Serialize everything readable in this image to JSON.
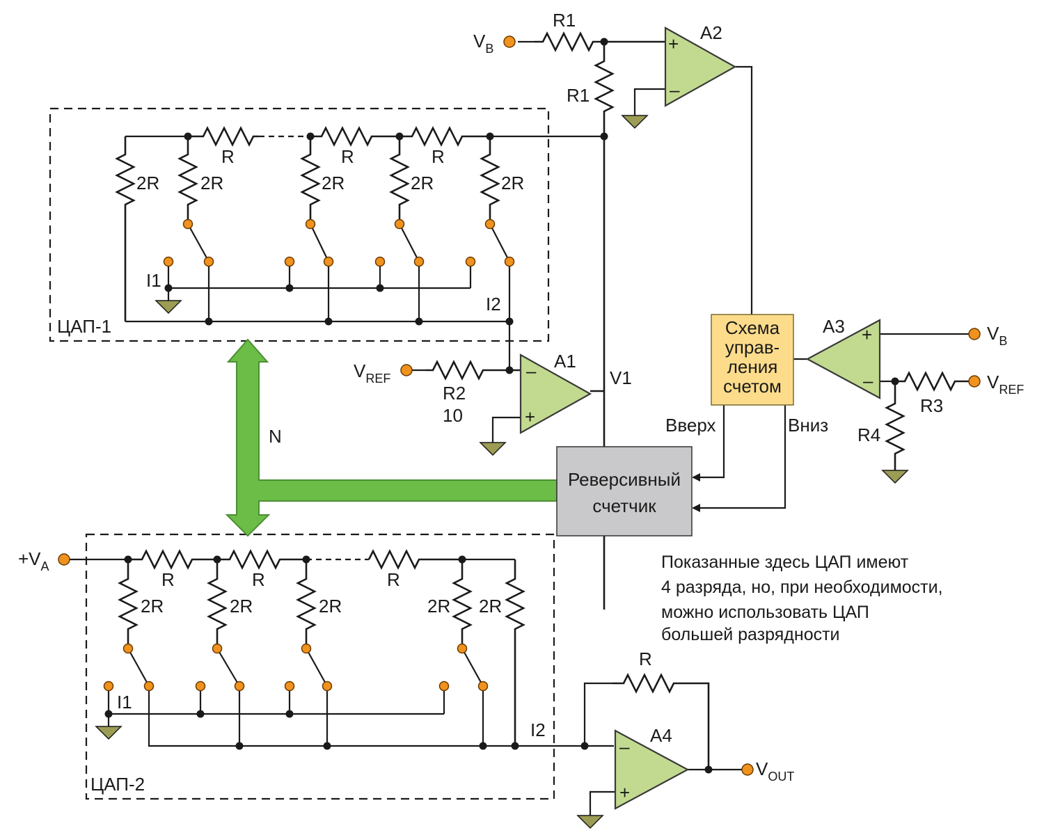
{
  "colors": {
    "wire": "#1a1a1a",
    "amp_fill": "#c2da8f",
    "pin_fill": "#f0921e",
    "ground_fill": "#9c9c55",
    "bus_fill": "#6cbd48",
    "bus_stroke": "#4a8f32",
    "control_box_fill": "#fcdc8b",
    "counter_box_fill": "#c9c9cb"
  },
  "amplifiers": {
    "a1": {
      "name": "A1",
      "output": "V1"
    },
    "a2": {
      "name": "A2"
    },
    "a3": {
      "name": "A3"
    },
    "a4": {
      "name": "A4"
    },
    "plus": "+",
    "minus": "–"
  },
  "resistors": {
    "r1": "R1",
    "r2": "R2",
    "r2_value": "10",
    "r3": "R3",
    "r4": "R4",
    "r": "R",
    "two_r": "2R"
  },
  "terminals": {
    "vb_main": "V",
    "vb_sub": "B",
    "vref_main": "V",
    "vref_sub": "REF",
    "va": "+V",
    "va_sub": "A",
    "vout_main": "V",
    "vout_sub": "OUT"
  },
  "nodes": {
    "i1": "I1",
    "i2": "I2"
  },
  "dac1": {
    "label": "ЦАП-1"
  },
  "dac2": {
    "label": "ЦАП-2"
  },
  "bus": {
    "label": "N"
  },
  "control_box": {
    "lines": [
      "Схема",
      "управ-",
      "ления",
      "счетом"
    ]
  },
  "counter_box": {
    "lines": [
      "Реверсивный",
      "счетчик"
    ]
  },
  "signals": {
    "up": "Вверх",
    "down": "Вниз"
  },
  "note": {
    "lines": [
      "Показанные здесь ЦАП имеют",
      "4 разряда, но, при необходимости,",
      "можно использовать ЦАП",
      "большей разрядности"
    ]
  }
}
